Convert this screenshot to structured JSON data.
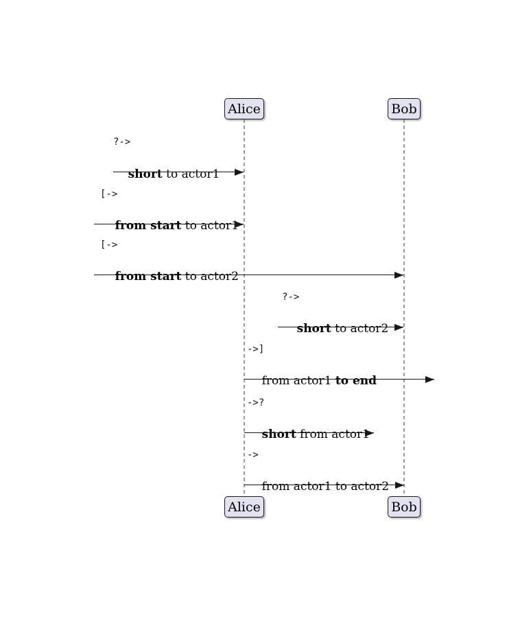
{
  "diagram": {
    "kind": "sequence-diagram",
    "colors": {
      "background": "#FFFFFF",
      "actor_fill": "#E2E2F0",
      "actor_border": "#181818",
      "lifeline": "#9A9A9A",
      "arrow": "#181818",
      "text": "#000000"
    },
    "actors": {
      "top": [
        {
          "label": "Alice"
        },
        {
          "label": "Bob"
        }
      ],
      "bottom": [
        {
          "label": "Alice"
        },
        {
          "label": "Bob"
        }
      ]
    },
    "messages": [
      {
        "code": "?->",
        "label_parts": [
          {
            "text": "short",
            "bold": true
          },
          {
            "text": " to actor1",
            "bold": false
          }
        ]
      },
      {
        "code": "[->",
        "label_parts": [
          {
            "text": "from start",
            "bold": true
          },
          {
            "text": " to actor1",
            "bold": false
          }
        ]
      },
      {
        "code": "[->",
        "label_parts": [
          {
            "text": "from start",
            "bold": true
          },
          {
            "text": " to actor2",
            "bold": false
          }
        ]
      },
      {
        "code": "?->",
        "label_parts": [
          {
            "text": "short",
            "bold": true
          },
          {
            "text": " to actor2",
            "bold": false
          }
        ]
      },
      {
        "code": "->]",
        "label_parts": [
          {
            "text": "from actor1 ",
            "bold": false
          },
          {
            "text": "to end",
            "bold": true
          }
        ]
      },
      {
        "code": "->?",
        "label_parts": [
          {
            "text": "short",
            "bold": true
          },
          {
            "text": " from actor1",
            "bold": false
          }
        ]
      },
      {
        "code": "->",
        "label_parts": [
          {
            "text": "from actor1 to actor2",
            "bold": false
          }
        ]
      }
    ]
  }
}
